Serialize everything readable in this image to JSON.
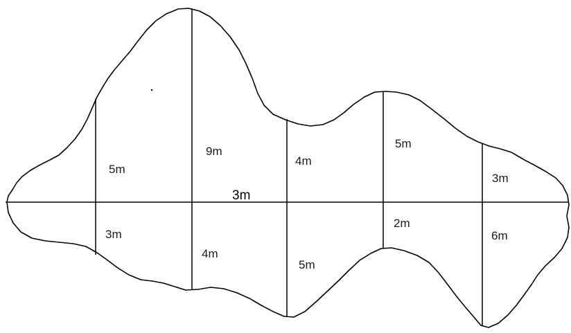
{
  "diagram": {
    "base_spacing_label": "3m",
    "offsets_above": [
      {
        "label": "5m",
        "value": 5
      },
      {
        "label": "9m",
        "value": 9
      },
      {
        "label": "4m",
        "value": 4
      },
      {
        "label": "5m",
        "value": 5
      },
      {
        "label": "3m",
        "value": 3
      }
    ],
    "offsets_below": [
      {
        "label": "3m",
        "value": 3
      },
      {
        "label": "4m",
        "value": 4
      },
      {
        "label": "5m",
        "value": 5
      },
      {
        "label": "2m",
        "value": 2
      },
      {
        "label": "6m",
        "value": 6
      }
    ],
    "colors": {
      "line": "#000000",
      "background": "#ffffff"
    }
  }
}
